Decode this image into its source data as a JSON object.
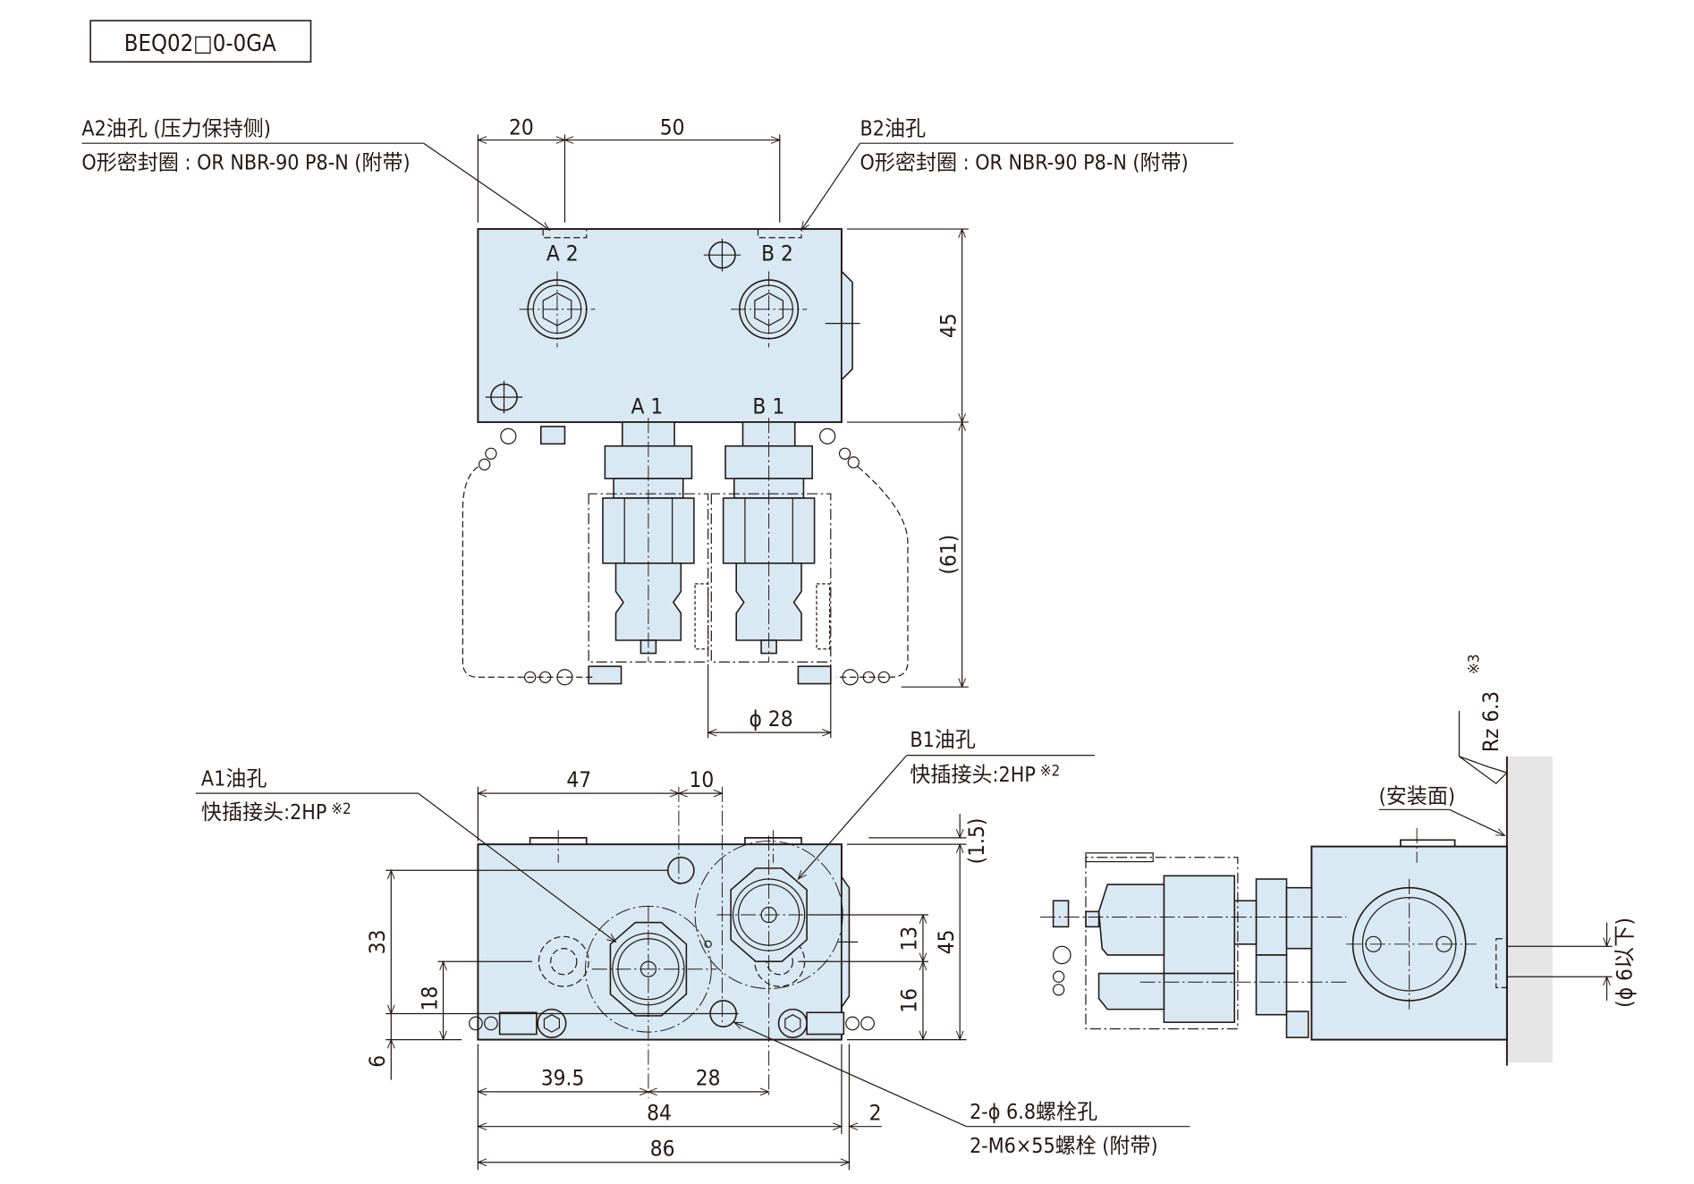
{
  "model_code": "BEQ02□0-0GA",
  "top_view": {
    "a2_label_line1": "A2油孔 (压力保持侧)",
    "a2_label_line2": "O形密封圈 : OR NBR-90 P8-N (附带)",
    "b2_label_line1": "B2油孔",
    "b2_label_line2": "O形密封圈 : OR NBR-90 P8-N (附带)",
    "port_a2": "A 2",
    "port_b2": "B 2",
    "port_a1": "A 1",
    "port_b1": "B 1",
    "dim_20": "20",
    "dim_50": "50",
    "dim_45": "45",
    "dim_61": "(61)",
    "dim_phi28": "ϕ 28"
  },
  "front_view": {
    "a1_label_line1": "A1油孔",
    "a1_label_line2": "快插接头:2HP",
    "a1_note": "※2",
    "b1_label_line1": "B1油孔",
    "b1_label_line2": "快插接头:2HP",
    "b1_note": "※2",
    "bolt_label_line1": "2-ϕ 6.8螺栓孔",
    "bolt_label_line2": "2-M6×55螺栓 (附带)",
    "dim_47": "47",
    "dim_10": "10",
    "dim_1_5": "(1.5)",
    "dim_33": "33",
    "dim_18": "18",
    "dim_6": "6",
    "dim_13": "13",
    "dim_16": "16",
    "dim_45": "45",
    "dim_39_5": "39.5",
    "dim_28": "28",
    "dim_84": "84",
    "dim_2": "2",
    "dim_86": "86"
  },
  "side_view": {
    "mounting_face": "(安装面)",
    "roughness": "Rz 6.3",
    "roughness_note": "※3",
    "hole_note": "(ϕ 6以下)"
  },
  "colors": {
    "body_fill": "#d8e9f3",
    "plate_fill": "#e6e6e6",
    "line": "#231815"
  }
}
